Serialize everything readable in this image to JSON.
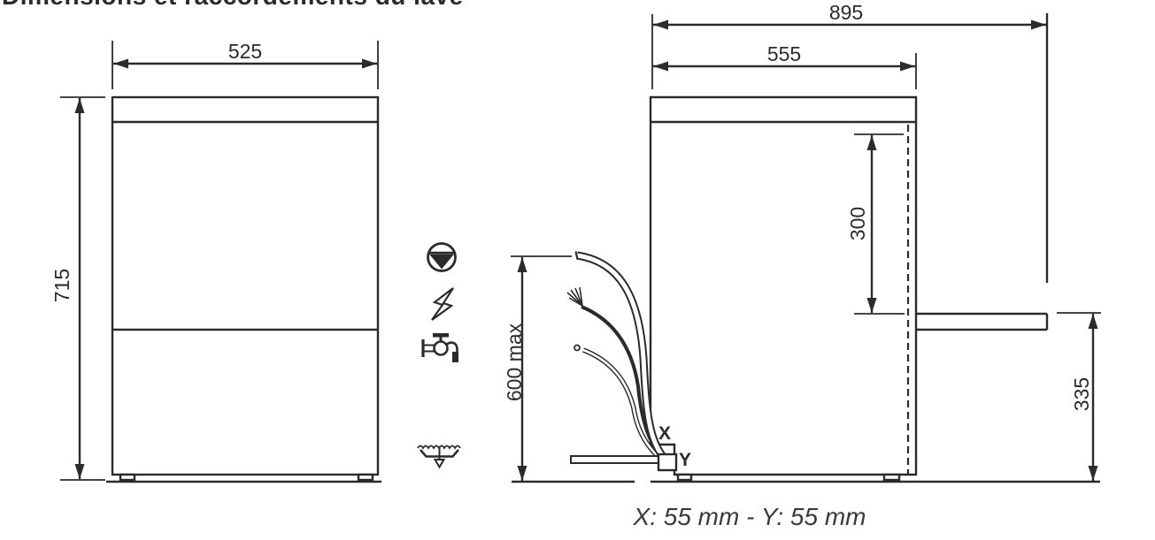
{
  "page": {
    "background_color": "#ffffff",
    "line_color": "#2b2b2e"
  },
  "heading_cropped": "Dimensions et raccordements du lave-verre",
  "front_view": {
    "width_label": "525",
    "height_label": "715"
  },
  "side_view": {
    "overall_depth_label": "895",
    "body_depth_label": "555",
    "standpipe_height_label": "300",
    "hose_max_height_label": "600 max",
    "drain_outlet_height_label": "335",
    "x_point_label": "X",
    "y_point_label": "Y"
  },
  "icons": [
    {
      "name": "drain-pump-icon"
    },
    {
      "name": "electric-supply-icon"
    },
    {
      "name": "water-tap-icon"
    },
    {
      "name": "floor-drain-icon"
    }
  ],
  "caption": "X: 55 mm - Y: 55 mm"
}
